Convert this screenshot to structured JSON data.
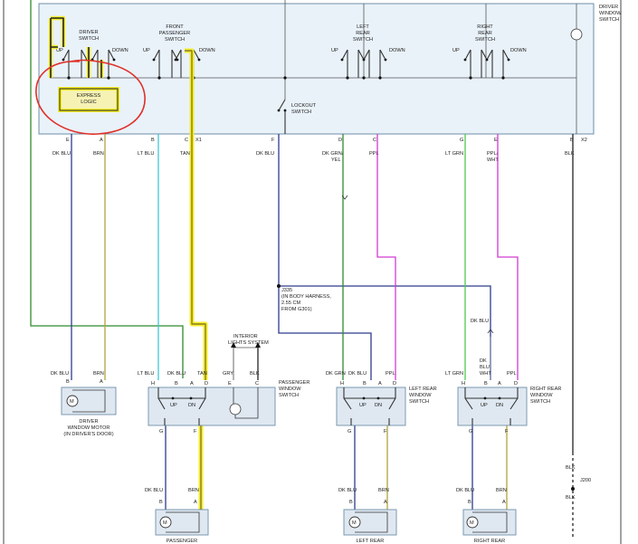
{
  "colors": {
    "highlight": "#f3ec2a",
    "annotation_red": "#e0302a",
    "panel_fill": "#e9f2f9",
    "panel_stroke": "#6e8fa8",
    "dk_blu": "#2c3c8c",
    "brn": "#b0a43a",
    "lt_blu": "#41c6d6",
    "tan": "#d3c76a",
    "dk_grn": "#2e8a2e",
    "ppl": "#d23ad2",
    "lt_grn": "#4fc94f",
    "blk": "#222222",
    "gry": "#8c8c8c",
    "dk_blu_wht": "#5a6a9a"
  },
  "driver_window_switch": {
    "title": [
      "DRIVER",
      "WINDOW",
      "SWITCH"
    ],
    "driver_switch": [
      "DRIVER",
      "SWITCH"
    ],
    "front_passenger_switch": [
      "FRONT",
      "PASSENGER",
      "SWITCH"
    ],
    "left_rear_switch": [
      "LEFT",
      "REAR",
      "SWITCH"
    ],
    "right_rear_switch": [
      "RIGHT",
      "REAR",
      "SWITCH"
    ],
    "lockout_switch": [
      "LOCKOUT",
      "SWITCH"
    ],
    "express_logic": [
      "EXPRESS",
      "LOGIC"
    ],
    "up": "UP",
    "down": "DOWN",
    "connector_x1": "X1",
    "connector_x2": "X2"
  },
  "top_pins": [
    "E",
    "A",
    "B",
    "C",
    "F",
    "D",
    "C",
    "G",
    "E",
    "B"
  ],
  "top_wires": [
    "DK BLU",
    "BRN",
    "LT BLU",
    "TAN",
    "DK BLU",
    "DK GRN/\nYEL",
    "PPL",
    "LT GRN",
    "PPL/\nWHT",
    "BLK"
  ],
  "splice_j335": [
    "J335",
    "(IN BODY HARNESS,",
    "2.55 CM",
    "FROM G301)"
  ],
  "dk_blu_branch": "DK BLU",
  "interior_lights": [
    "INTERIOR",
    "LIGHTS SYSTEM"
  ],
  "driver_motor": {
    "wires": [
      "DK BLU",
      "BRN"
    ],
    "pins": [
      "B",
      "A"
    ],
    "caption": [
      "DRIVER",
      "WINDOW MOTOR",
      "(IN DRIVER'S DOOR)"
    ]
  },
  "passenger_switch": {
    "wires": [
      "LT BLU",
      "DK BLU",
      "TAN",
      "GRY",
      "BLK"
    ],
    "pins": [
      "H",
      "B",
      "A",
      "D",
      "E",
      "C"
    ],
    "bottom_pins": [
      "G",
      "F"
    ],
    "caption": [
      "PASSENGER",
      "WINDOW",
      "SWITCH"
    ],
    "up": "UP",
    "dn": "DN"
  },
  "left_rear_window_switch": {
    "wires": [
      "DK GRN",
      "DK BLU",
      "PPL"
    ],
    "pins": [
      "H",
      "B",
      "A",
      "D"
    ],
    "bottom_pins": [
      "G",
      "F"
    ],
    "caption": [
      "LEFT REAR",
      "WINDOW",
      "SWITCH"
    ],
    "up": "UP",
    "dn": "DN"
  },
  "right_rear_window_switch": {
    "wires": [
      "LT GRN",
      "DK\nBLU\nWHT",
      "PPL"
    ],
    "pins": [
      "H",
      "B",
      "A",
      "D"
    ],
    "bottom_pins": [
      "G",
      "F"
    ],
    "caption": [
      "RIGHT REAR",
      "WINDOW",
      "SWITCH"
    ],
    "up": "UP",
    "dn": "DN"
  },
  "motors_bottom": {
    "wires": [
      "DK BLU",
      "BRN"
    ],
    "pins": [
      "B",
      "A"
    ],
    "captions": [
      "PASSENGER",
      "LEFT REAR",
      "RIGHT REAR"
    ]
  },
  "ground": {
    "wire_top": "BLK",
    "splice": "J200",
    "wire_bottom": "BLK"
  }
}
